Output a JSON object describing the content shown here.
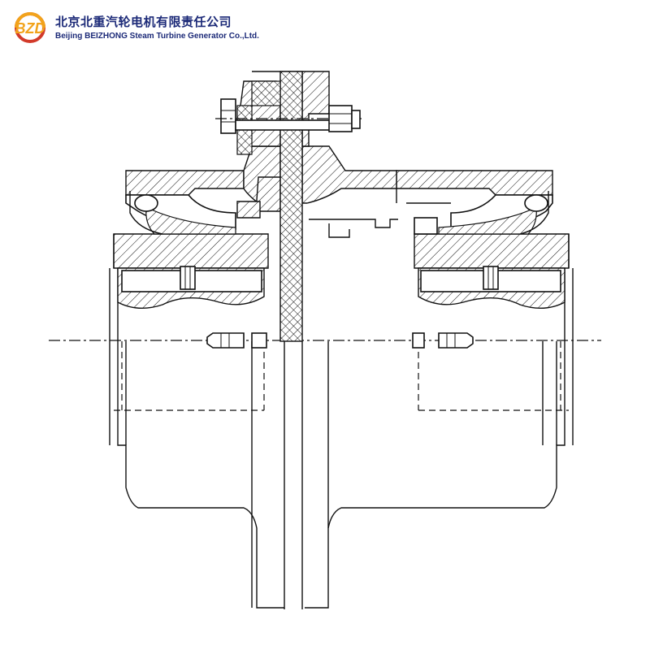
{
  "header": {
    "logo_text": "BZD",
    "company_name_cn": "北京北重汽轮电机有限责任公司",
    "company_name_en": "Beijing BEIZHONG Steam Turbine Generator Co.,Ltd."
  },
  "colors": {
    "brand_blue": "#1c2a78",
    "logo_orange": "#f2a31b",
    "logo_red": "#d23a2a",
    "line": "#111111"
  },
  "drawing": {
    "subject": "coupling cross-section"
  }
}
